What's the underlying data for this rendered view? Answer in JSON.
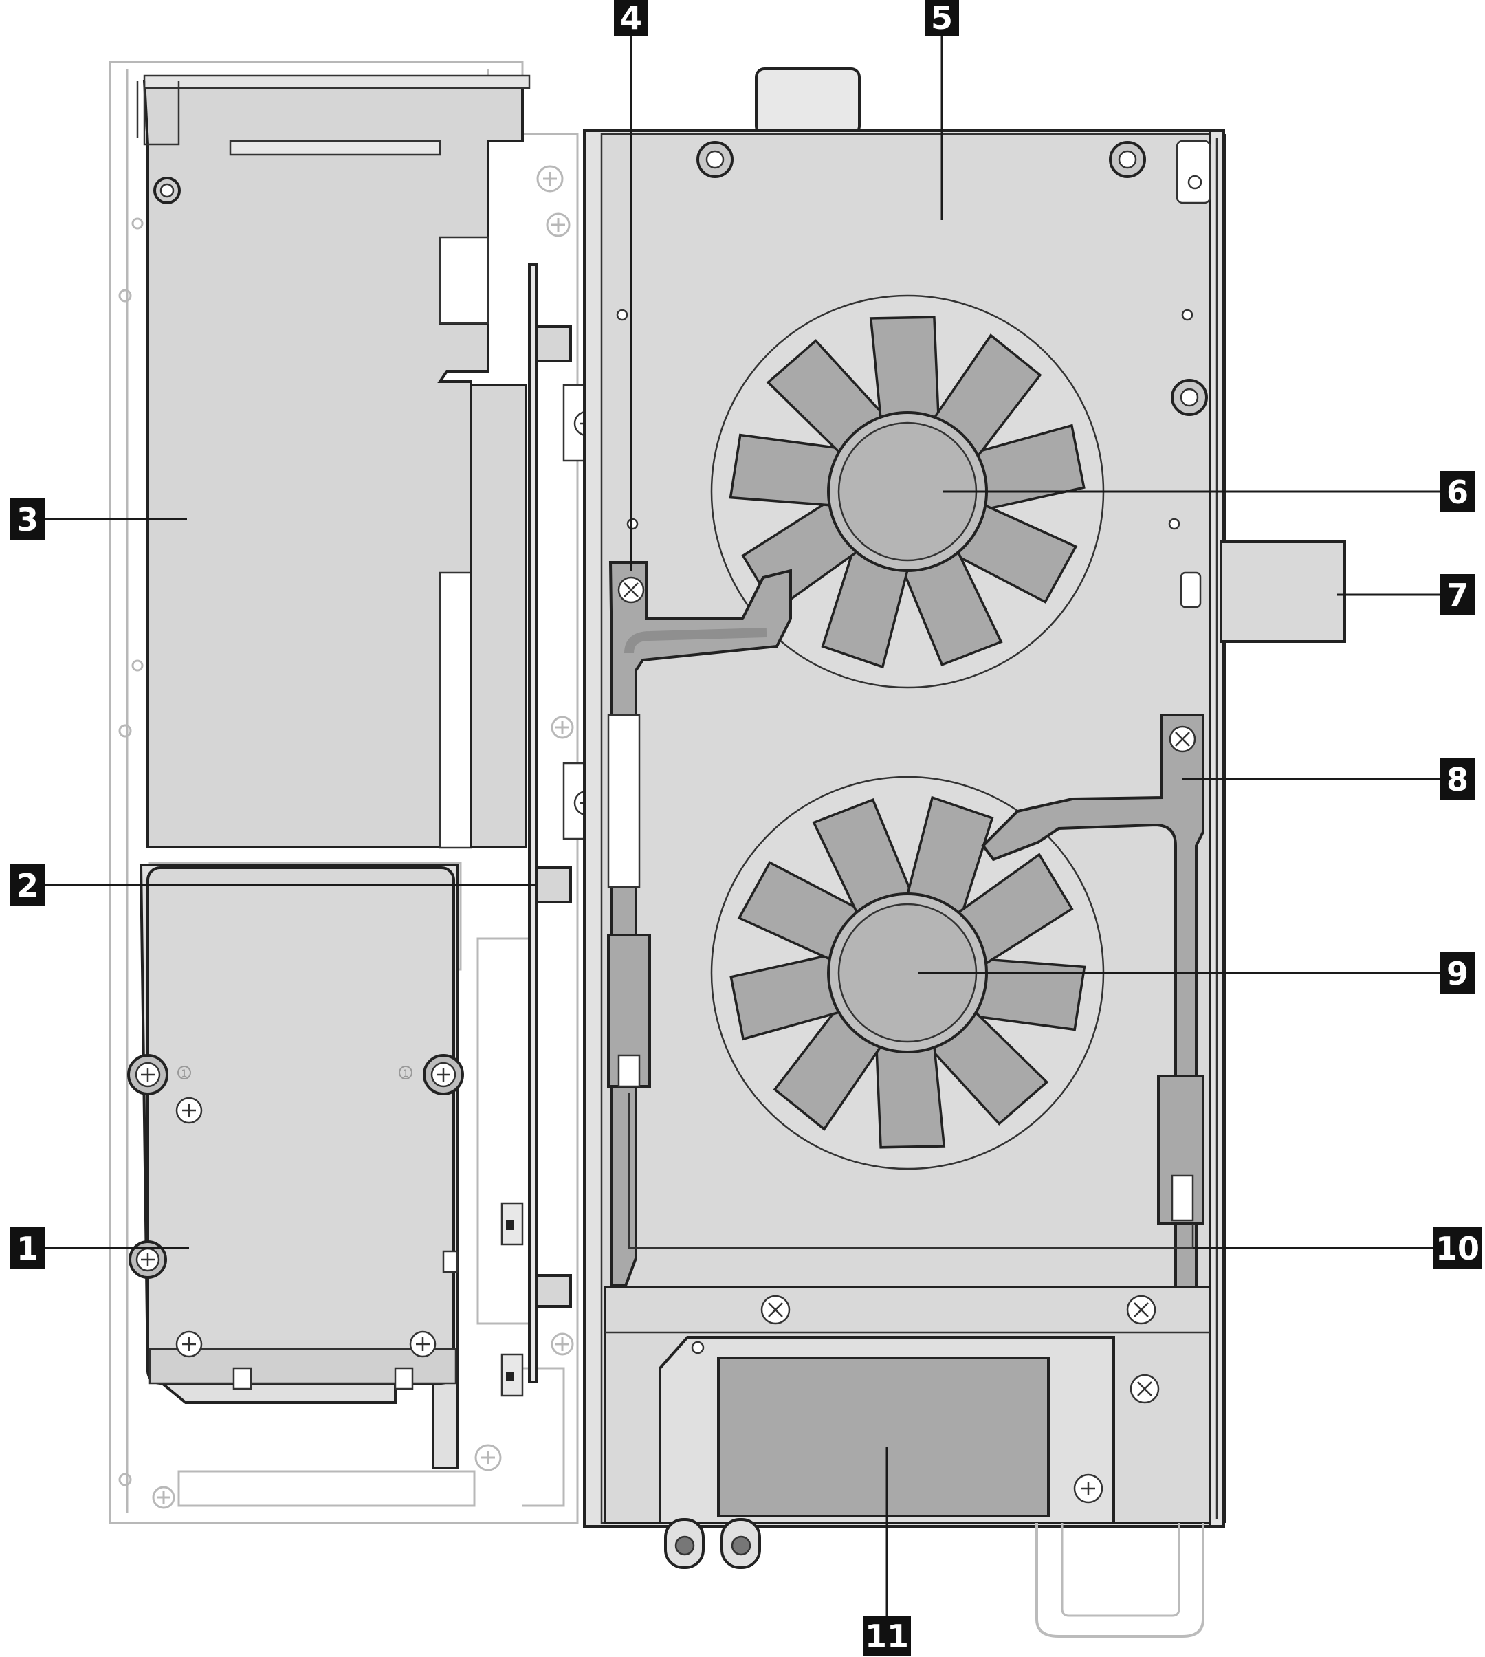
{
  "callouts": [
    {
      "id": "1",
      "label": "1"
    },
    {
      "id": "2",
      "label": "2"
    },
    {
      "id": "3",
      "label": "3"
    },
    {
      "id": "4",
      "label": "4"
    },
    {
      "id": "5",
      "label": "5"
    },
    {
      "id": "6",
      "label": "6"
    },
    {
      "id": "7",
      "label": "7"
    },
    {
      "id": "8",
      "label": "8"
    },
    {
      "id": "9",
      "label": "9"
    },
    {
      "id": "10",
      "label": "10"
    },
    {
      "id": "11",
      "label": "11"
    }
  ],
  "slot_marks": {
    "left": "1",
    "right": "1"
  },
  "colors": {
    "panel_fill": "#d9d9d9",
    "dark_fill": "#a9a9a9",
    "callout_bg": "#111111",
    "callout_text": "#ffffff",
    "chassis_line": "#bdbdbd"
  }
}
